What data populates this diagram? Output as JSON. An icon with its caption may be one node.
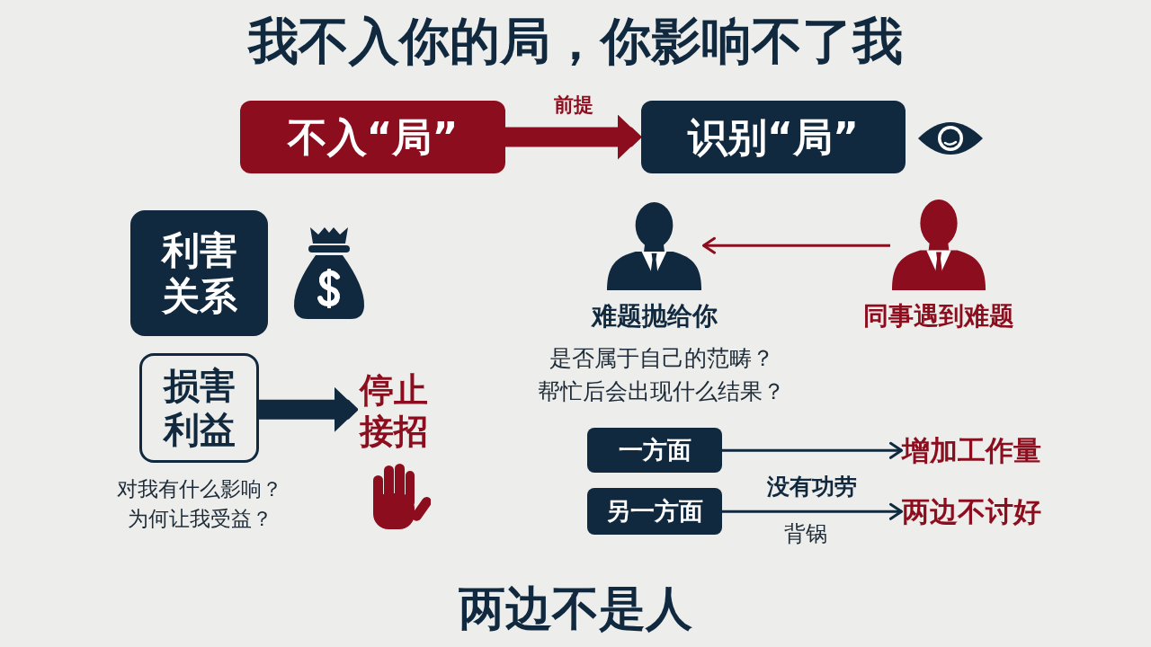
{
  "diagram": {
    "title": "我不入你的局，你影响不了我",
    "caption": "两边不是人",
    "nodes": [
      {
        "text": [
          "不入“局”"
        ]
      },
      {
        "text": [
          "识别“局”"
        ]
      },
      {
        "text": [
          "利害关系"
        ]
      },
      {
        "text": [
          "损害利益"
        ],
        "beside": [
          "对我有什么影响？",
          "为何让我受益？"
        ]
      },
      {
        "text": [
          "停止接招"
        ]
      },
      {
        "text": [],
        "shape": "person",
        "beside": [
          "难题抛给你"
        ]
      },
      {
        "text": [],
        "shape": "person",
        "beside": [
          "同事遇到难题"
        ]
      },
      {
        "text": [
          "一方面"
        ]
      },
      {
        "text": [
          "另一方面"
        ]
      },
      {
        "text": [
          "增加工作量"
        ]
      },
      {
        "text": [
          "两边不讨好"
        ]
      }
    ],
    "edges": [
      {
        "from": 0,
        "to": 1,
        "arrow": "to",
        "label": "前提",
        "style": "thick",
        "color": "#8c0e1e"
      },
      {
        "from": 3,
        "to": 4,
        "arrow": "to",
        "style": "thick"
      },
      {
        "from": 6,
        "to": 5,
        "arrow": "to",
        "color": "#8c0e1e"
      },
      {
        "from": 7,
        "to": 9,
        "arrow": "to"
      },
      {
        "from": 8,
        "to": 10,
        "arrow": "to",
        "label": "没有功劳"
      }
    ],
    "labels": [
      "是否属于自己的范畴？",
      "帮忙后会出现什么结果？",
      "背锅"
    ]
  }
}
